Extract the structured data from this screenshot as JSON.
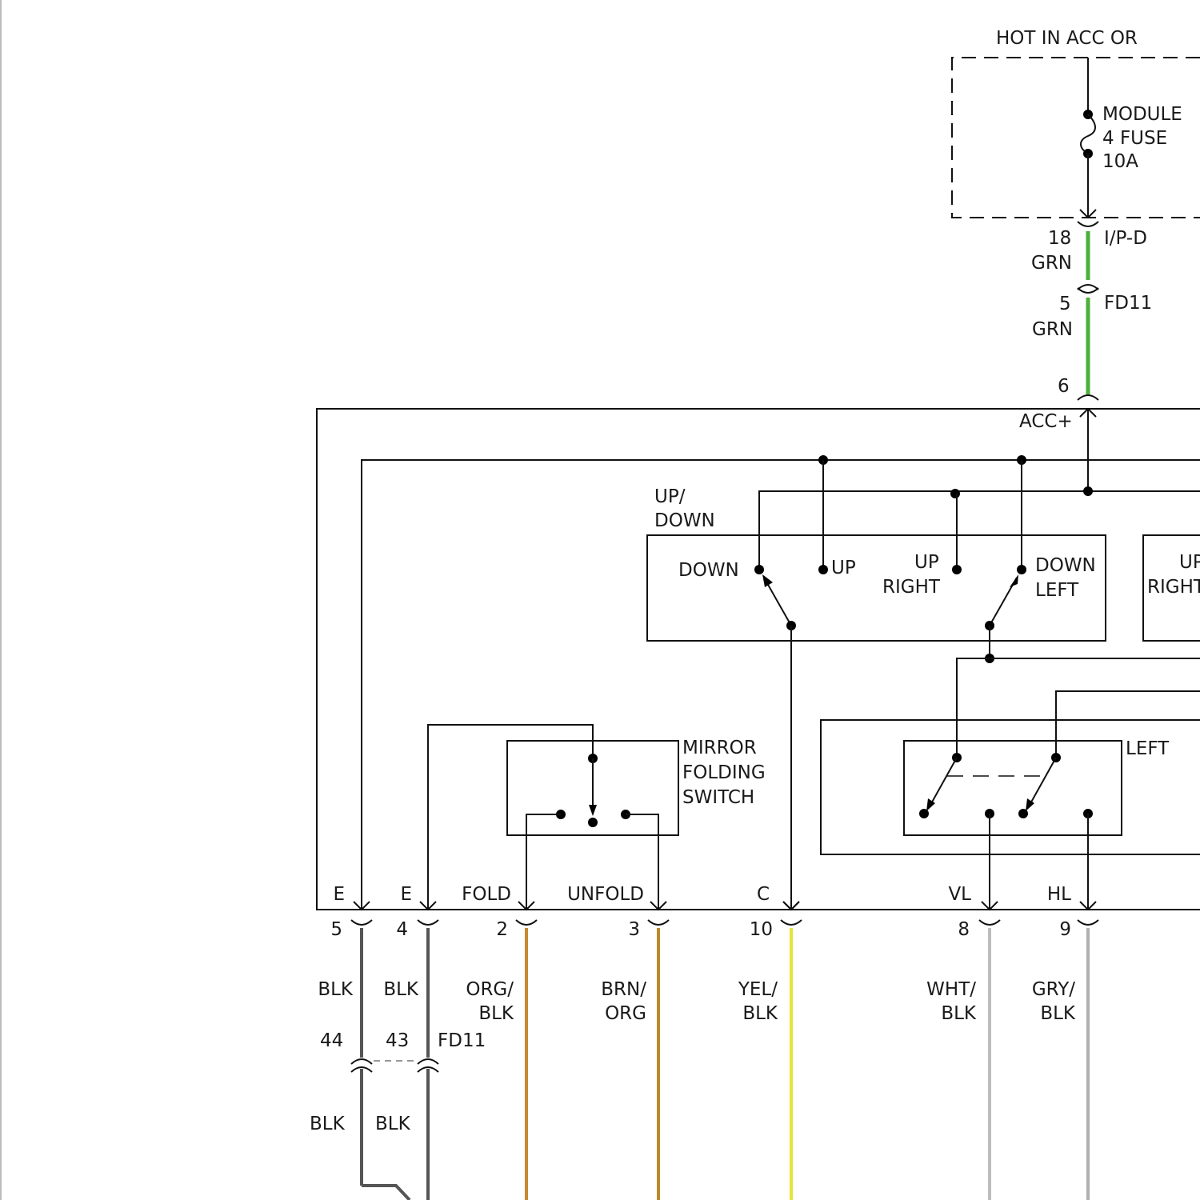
{
  "power": {
    "title": "HOT IN ACC OR",
    "fuse": [
      "MODULE",
      "4 FUSE",
      "10A"
    ]
  },
  "connectors": {
    "ipd": {
      "pin": "18",
      "name": "I/P-D",
      "wire": "GRN"
    },
    "fd11_top": {
      "pin": "5",
      "name": "FD11",
      "wire": "GRN"
    },
    "switch_pin": "6",
    "acc": "ACC+"
  },
  "updown_switch": {
    "label": [
      "UP/",
      "DOWN"
    ],
    "down": "DOWN",
    "up": "UP",
    "up_right": [
      "UP",
      "RIGHT"
    ],
    "down_left": [
      "DOWN",
      "LEFT"
    ],
    "second_partial": [
      "UP",
      "RIGHT"
    ]
  },
  "folding_switch": {
    "label": [
      "MIRROR",
      "FOLDING",
      "SWITCH"
    ]
  },
  "selector": {
    "left": "LEFT"
  },
  "terminals": [
    {
      "label": "E",
      "pin": "5",
      "wire": [
        "BLK"
      ]
    },
    {
      "label": "E",
      "pin": "4",
      "wire": [
        "BLK"
      ]
    },
    {
      "label": "FOLD",
      "pin": "2",
      "wire": [
        "ORG/",
        "BLK"
      ]
    },
    {
      "label": "UNFOLD",
      "pin": "3",
      "wire": [
        "BRN/",
        "ORG"
      ]
    },
    {
      "label": "C",
      "pin": "10",
      "wire": [
        "YEL/",
        "BLK"
      ]
    },
    {
      "label": "VL",
      "pin": "8",
      "wire": [
        "WHT/",
        "BLK"
      ]
    },
    {
      "label": "HL",
      "pin": "9",
      "wire": [
        "GRY/",
        "BLK"
      ]
    }
  ],
  "ground": {
    "pin_a": "44",
    "pin_b": "43",
    "connector": "FD11",
    "wire_a": "BLK",
    "wire_b": "BLK"
  },
  "colors": {
    "grn": "#4caf3a",
    "blk": "#555555",
    "org_blk": "#c8892f",
    "brn_org": "#b98a2c",
    "yel_blk": "#e4e43a",
    "wht_blk": "#bdbdbd",
    "gry_blk": "#b0b0b0"
  }
}
